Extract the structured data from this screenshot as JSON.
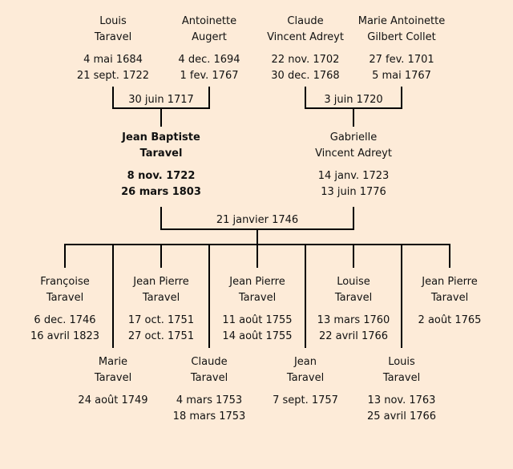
{
  "title": "Taravel family tree",
  "grandparents": [
    {
      "first": "Louis",
      "last": "Taravel",
      "birth": "4 mai 1684",
      "death": "21 sept. 1722"
    },
    {
      "first": "Antoinette",
      "last": "Augert",
      "birth": "4 dec. 1694",
      "death": "1 fev. 1767"
    },
    {
      "first": "Claude",
      "last": "Vincent Adreyt",
      "birth": "22 nov. 1702",
      "death": "30 dec. 1768"
    },
    {
      "first": "Marie Antoinette",
      "last": "Gilbert Collet",
      "birth": "27 fev. 1701",
      "death": "5 mai 1767"
    }
  ],
  "grandparent_marriages": [
    "30 juin 1717",
    "3 juin 1720"
  ],
  "parents": [
    {
      "first": "Jean Baptiste",
      "last": "Taravel",
      "birth": "8 nov. 1722",
      "death": "26 mars 1803",
      "highlighted": true
    },
    {
      "first": "Gabrielle",
      "last": "Vincent Adreyt",
      "birth": "14 janv. 1723",
      "death": "13 juin 1776",
      "highlighted": false
    }
  ],
  "parent_marriage": "21 janvier 1746",
  "children": [
    {
      "first": "Françoise",
      "last": "Taravel",
      "birth": "6 dec. 1746",
      "death": "16 avril 1823"
    },
    {
      "first": "Marie",
      "last": "Taravel",
      "birth": "24 août 1749",
      "death": ""
    },
    {
      "first": "Jean Pierre",
      "last": "Taravel",
      "birth": "17 oct. 1751",
      "death": "27 oct. 1751"
    },
    {
      "first": "Claude",
      "last": "Taravel",
      "birth": "4 mars 1753",
      "death": "18 mars 1753"
    },
    {
      "first": "Jean Pierre",
      "last": "Taravel",
      "birth": "11 août 1755",
      "death": "14 août 1755"
    },
    {
      "first": "Jean",
      "last": "Taravel",
      "birth": "7 sept. 1757",
      "death": ""
    },
    {
      "first": "Louise",
      "last": "Taravel",
      "birth": "13 mars 1760",
      "death": "22 avril 1766"
    },
    {
      "first": "Louis",
      "last": "Taravel",
      "birth": "13 nov. 1763",
      "death": "25 avril 1766"
    },
    {
      "first": "Jean Pierre",
      "last": "Taravel",
      "birth": "2 août 1765",
      "death": ""
    }
  ]
}
